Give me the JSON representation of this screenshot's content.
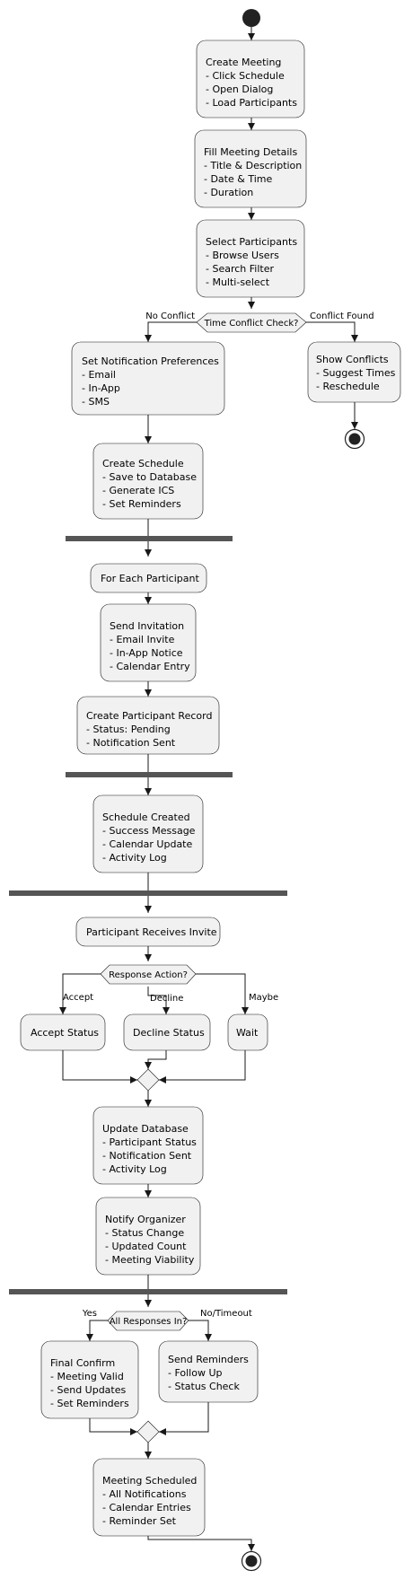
{
  "actions": {
    "create_meeting": [
      "Create Meeting",
      "- Click Schedule",
      "- Open Dialog",
      "- Load Participants"
    ],
    "fill_details": [
      "Fill Meeting Details",
      "- Title & Description",
      "- Date & Time",
      "- Duration"
    ],
    "select_participants": [
      "Select Participants",
      "- Browse Users",
      "- Search Filter",
      "- Multi-select"
    ],
    "notification_prefs": [
      "Set Notification Preferences",
      "- Email",
      "- In-App",
      "- SMS"
    ],
    "show_conflicts": [
      "Show Conflicts",
      "- Suggest Times",
      "- Reschedule"
    ],
    "create_schedule": [
      "Create Schedule",
      "- Save to Database",
      "- Generate ICS",
      "- Set Reminders"
    ],
    "for_each_participant": [
      "For Each Participant"
    ],
    "send_invitation": [
      "Send Invitation",
      "- Email Invite",
      "- In-App Notice",
      "- Calendar Entry"
    ],
    "create_participant_record": [
      "Create Participant Record",
      "- Status: Pending",
      "- Notification Sent"
    ],
    "schedule_created": [
      "Schedule Created",
      "- Success Message",
      "- Calendar Update",
      "- Activity Log"
    ],
    "participant_receives_invite": [
      "Participant Receives Invite"
    ],
    "accept_status": [
      "Accept Status"
    ],
    "decline_status": [
      "Decline Status"
    ],
    "wait": [
      "Wait"
    ],
    "update_database": [
      "Update Database",
      "- Participant Status",
      "- Notification Sent",
      "- Activity Log"
    ],
    "notify_organizer": [
      "Notify Organizer",
      "- Status Change",
      "- Updated Count",
      "- Meeting Viability"
    ],
    "final_confirm": [
      "Final Confirm",
      "- Meeting Valid",
      "- Send Updates",
      "- Set Reminders"
    ],
    "send_reminders": [
      "Send Reminders",
      "- Follow Up",
      "- Status Check"
    ],
    "meeting_scheduled": [
      "Meeting Scheduled",
      "- All Notifications",
      "- Calendar Entries",
      "- Reminder Set"
    ]
  },
  "decisions": {
    "time_conflict": {
      "question": "Time Conflict Check?",
      "left_branch": "No Conflict",
      "right_branch": "Conflict Found"
    },
    "response_action": {
      "question": "Response Action?",
      "branch_accept": "Accept",
      "branch_decline": "Decline",
      "branch_maybe": "Maybe"
    },
    "all_responses": {
      "question": "All Responses In?",
      "left_branch": "Yes",
      "right_branch": "No/Timeout"
    }
  }
}
